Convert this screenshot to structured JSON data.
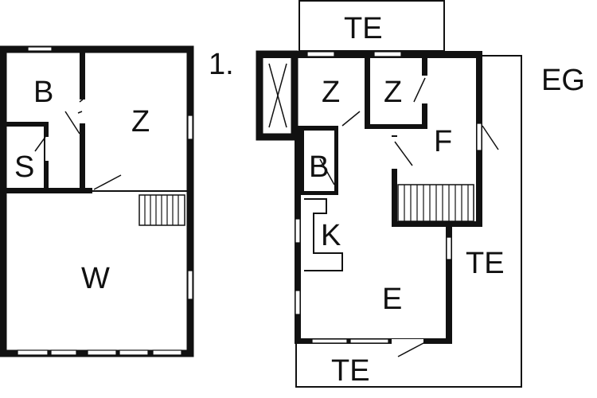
{
  "left_plan": {
    "rooms": {
      "b": "B",
      "s": "S",
      "z": "Z",
      "w": "W"
    }
  },
  "right_plan": {
    "floor_number": "1.",
    "floor_name": "EG",
    "rooms": {
      "te_top": "TE",
      "z1": "Z",
      "z2": "Z",
      "f": "F",
      "b": "B",
      "k": "K",
      "e": "E",
      "te_right": "TE",
      "te_bottom": "TE"
    }
  }
}
